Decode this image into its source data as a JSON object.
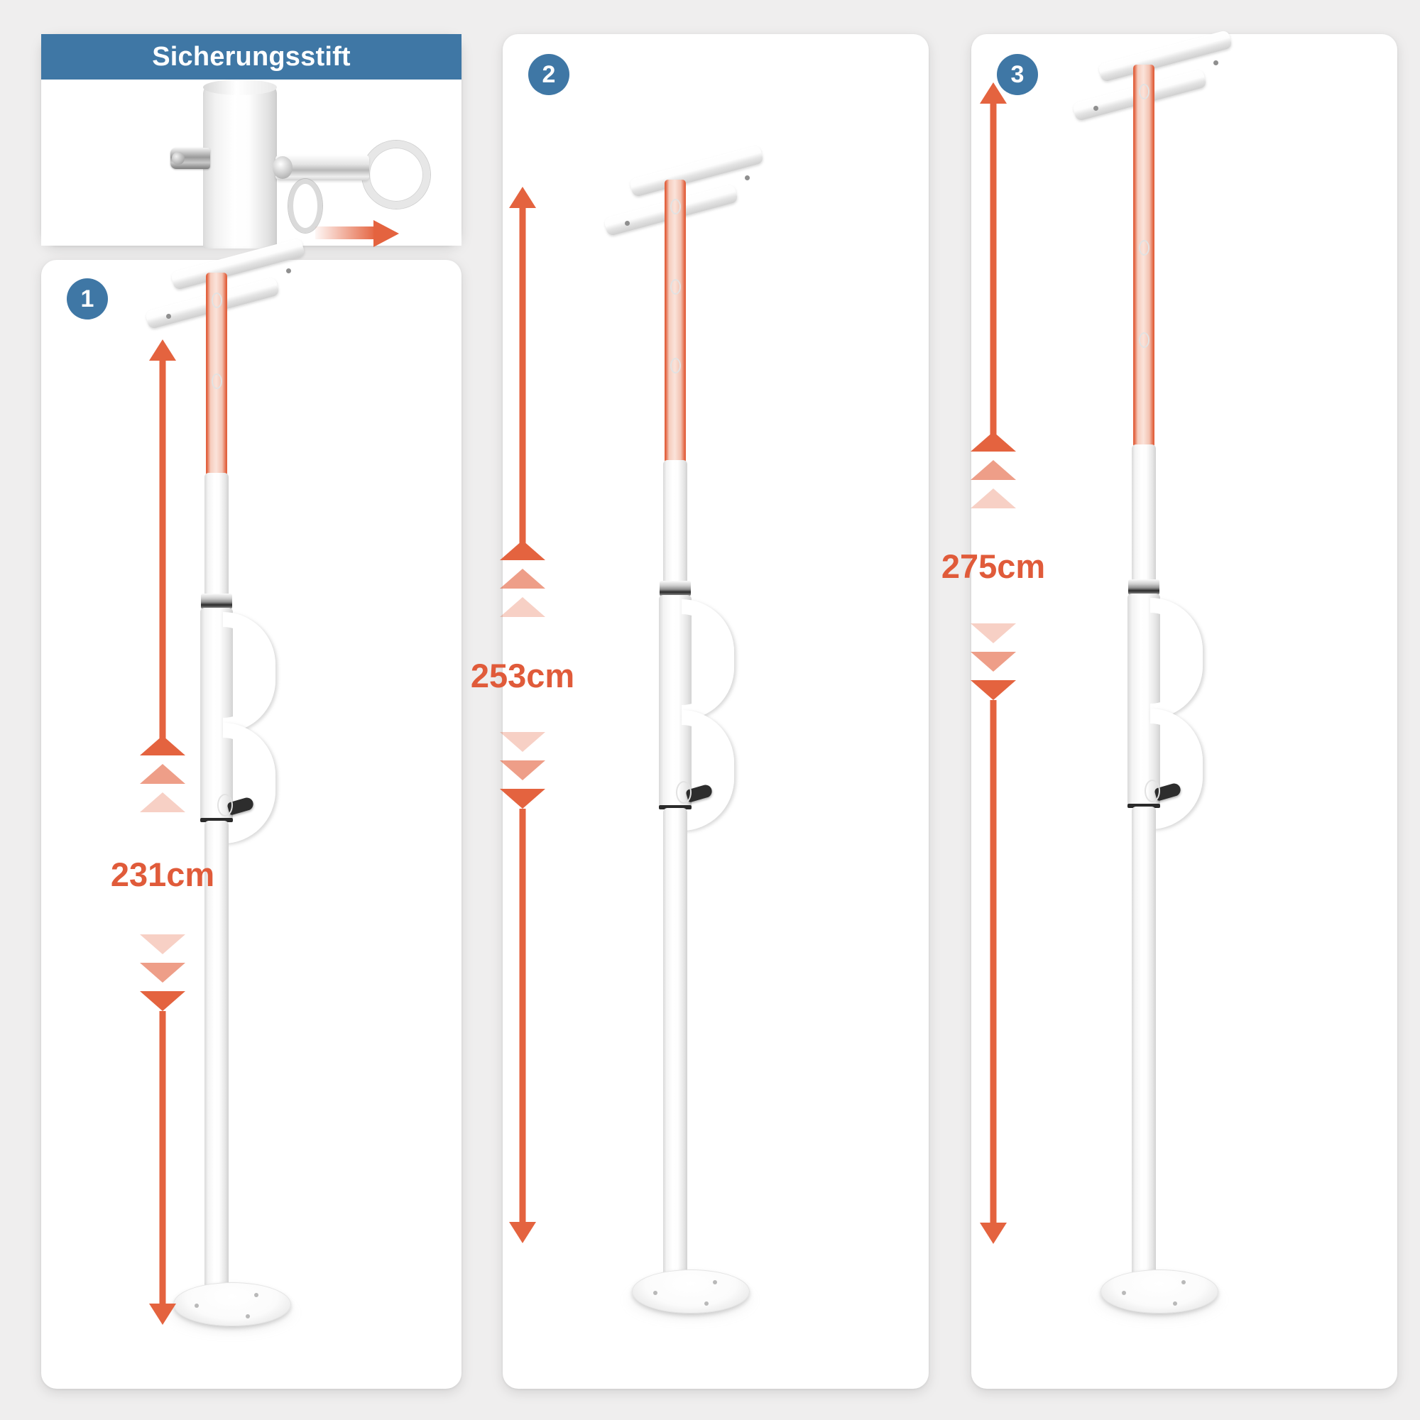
{
  "page": {
    "background_color": "#efeeee",
    "accent_blue": "#3f77a5",
    "accent_orange": "#e4633f"
  },
  "detail_panel": {
    "banner_title": "Sicherungsstift",
    "icons": {
      "pin_tube": "tube-icon",
      "pin_shaft": "safety-pin-icon",
      "pin_ring": "pull-ring-icon",
      "direction_arrow": "arrow-right-icon"
    }
  },
  "steps": [
    {
      "badge": "1",
      "height_label": "231cm",
      "measure": {
        "top_arrow": "arrow-up-icon",
        "bottom_arrow": "arrow-down-icon",
        "chevrons_up": 3,
        "chevrons_down": 3
      },
      "product": {
        "t_bar": "ceiling-tension-bar",
        "upper_pole": "orange-highlighted-extension-tube",
        "collar": "chrome-collar",
        "handles": 2,
        "lever": "black-clamp-lever",
        "base": "floor-base-plate"
      }
    },
    {
      "badge": "2",
      "height_label": "253cm",
      "measure": {
        "top_arrow": "arrow-up-icon",
        "bottom_arrow": "arrow-down-icon",
        "chevrons_up": 3,
        "chevrons_down": 3
      },
      "product": {
        "t_bar": "ceiling-tension-bar",
        "upper_pole": "orange-highlighted-extension-tube",
        "collar": "chrome-collar",
        "handles": 2,
        "lever": "black-clamp-lever",
        "base": "floor-base-plate"
      }
    },
    {
      "badge": "3",
      "height_label": "275cm",
      "measure": {
        "top_arrow": "arrow-up-icon",
        "bottom_arrow": "arrow-down-icon",
        "chevrons_up": 3,
        "chevrons_down": 3
      },
      "product": {
        "t_bar": "ceiling-tension-bar",
        "upper_pole": "orange-highlighted-extension-tube",
        "collar": "chrome-collar",
        "handles": 2,
        "lever": "black-clamp-lever",
        "base": "floor-base-plate"
      }
    }
  ]
}
